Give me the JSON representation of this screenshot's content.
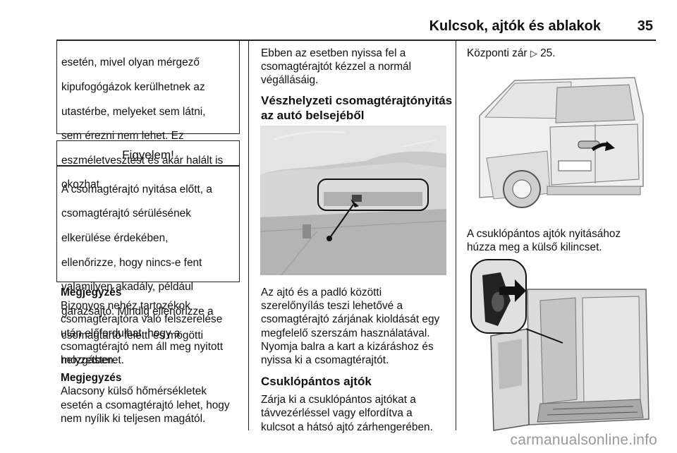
{
  "header": {
    "title": "Kulcsok, ajtók és ablakok",
    "page_number": "35"
  },
  "col1": {
    "warning_lines": [
      "esetén, mivel olyan mérgező",
      "kipufogógázok kerülhetnek az",
      "utastérbe, melyeket sem látni,",
      "sem érezni nem lehet. Ez",
      "eszméletvesztést és akár halált is",
      "okozhat."
    ],
    "caution_title": "Figyelem!",
    "caution_lines": [
      "A csomagtérajtó nyitása előtt, a",
      "csomagtérajtó sérülésének",
      "elkerülése érdekében,",
      "ellenőrizze, hogy nincs-e fent",
      "valamilyen akadály, például",
      "garázsajtó. Mindig ellenőrizze a",
      "csomagtartó feletti és mögötti",
      "mozgásteret."
    ],
    "note1_label": "Megjegyzés",
    "note1_lines": [
      "Bizonyos nehéz tartozékok",
      "csomagtérajtóra való felszerelése",
      "után előfordulhat, hogy a",
      "csomagtérajtó nem áll meg nyitott",
      "helyzetben."
    ],
    "note2_label": "Megjegyzés",
    "note2_lines": [
      "Alacsony külső hőmérsékletek",
      "esetén a csomagtérajtó lehet, hogy",
      "nem nyílik ki teljesen magától."
    ]
  },
  "col2": {
    "intro_lines": [
      "Ebben az esetben nyissa fel a",
      "csomagtérajtót kézzel a normál",
      "végállásáig."
    ],
    "heading1_lines": [
      "Vészhelyzeti csomagtérajtónyitás",
      "az autó belsejéből"
    ],
    "body_lines": [
      "Az ajtó és a padló közötti",
      "szerelőnyílás teszi lehetővé a",
      "csomagtérajtó zárjának kioldását egy",
      "megfelelő szerszám használatával.",
      "Nyomja balra a kart a kizáráshoz és",
      "nyissa ki a csomagtérajtót."
    ],
    "heading2": "Csuklópántos ajtók",
    "body2_lines": [
      "Zárja ki a csuklópántos ajtókat a",
      "távvezérléssel vagy elfordítva a",
      "kulcsot a hátsó ajtó zárhengerében."
    ]
  },
  "col3": {
    "ref_text": "Központi zár",
    "ref_page": "25.",
    "caption_lines": [
      "A csuklópántos ajtók nyitásához",
      "húzza meg a külső kilincset."
    ]
  },
  "watermark": "carmanualsonline.info"
}
